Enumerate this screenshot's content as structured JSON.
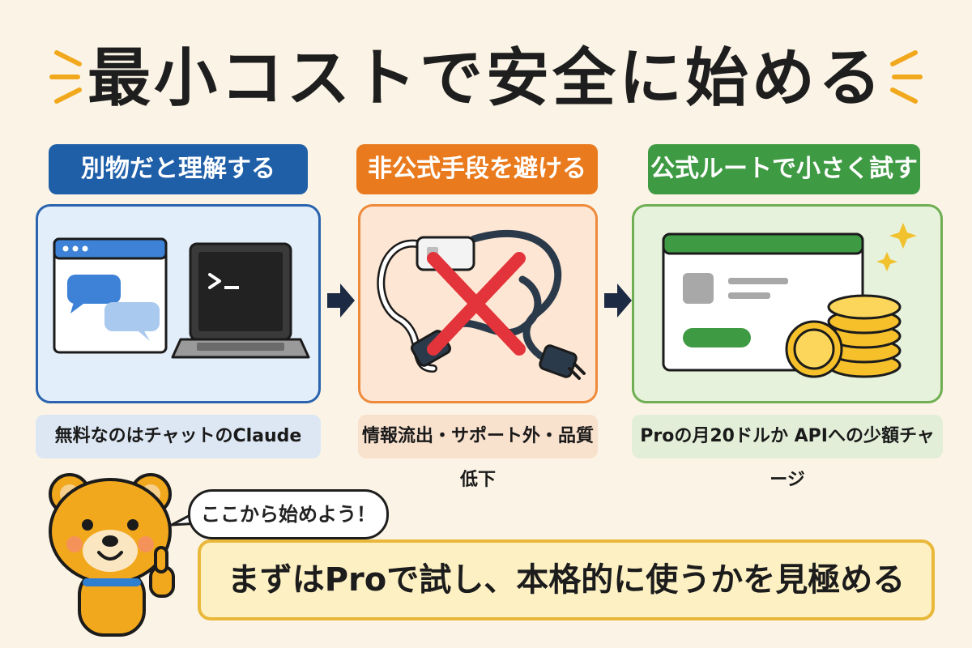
{
  "title": "最小コストで安全に始める",
  "steps": [
    {
      "label": "別物だと理解する",
      "caption": "無料なのはチャットのClaude",
      "color": "#1f5fa8"
    },
    {
      "label": "非公式手段を避ける",
      "caption": "情報流出・サポート外・品質低下",
      "color": "#ea7a1e"
    },
    {
      "label": "公式ルートで小さく試す",
      "caption": "Proの月20ドルか APIへの少額チャージ",
      "color": "#3f9a44"
    }
  ],
  "illustrations": [
    "chat-window-and-laptop-terminal",
    "crossed-out-cables",
    "app-window-and-coins"
  ],
  "speech_bubble": "ここから始めよう！",
  "banner": "まずはProで試し、本格的に使うかを見極める",
  "mascot": "bear-thumbs-up"
}
